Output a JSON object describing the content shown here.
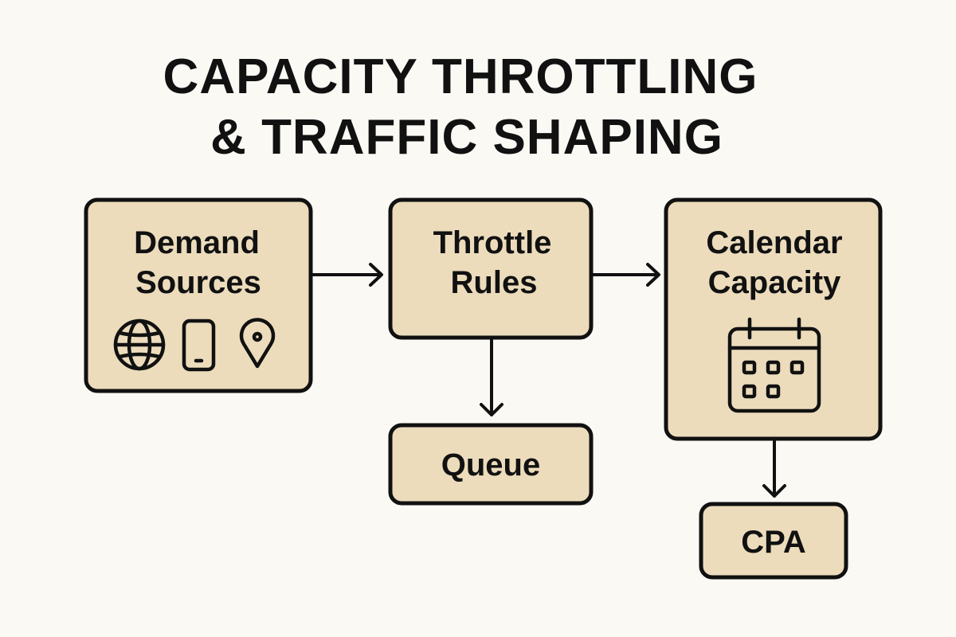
{
  "title": {
    "line1": "CAPACITY THROTTLING",
    "line2": "& TRAFFIC SHAPING"
  },
  "nodes": {
    "demand": {
      "line1": "Demand",
      "line2": "Sources",
      "icons": [
        "globe-icon",
        "phone-icon",
        "location-pin-icon"
      ]
    },
    "throttle": {
      "line1": "Throttle",
      "line2": "Rules"
    },
    "calendar": {
      "line1": "Calendar",
      "line2": "Capacity",
      "icons": [
        "calendar-icon"
      ]
    },
    "queue": {
      "label": "Queue"
    },
    "cpa": {
      "label": "CPA"
    }
  },
  "edges": [
    {
      "from": "Demand Sources",
      "to": "Throttle Rules"
    },
    {
      "from": "Throttle Rules",
      "to": "Calendar Capacity"
    },
    {
      "from": "Throttle Rules",
      "to": "Queue"
    },
    {
      "from": "Calendar Capacity",
      "to": "CPA"
    }
  ],
  "colors": {
    "background": "#fbf9f4",
    "box_fill": "#ecdcbc",
    "stroke": "#111111"
  }
}
